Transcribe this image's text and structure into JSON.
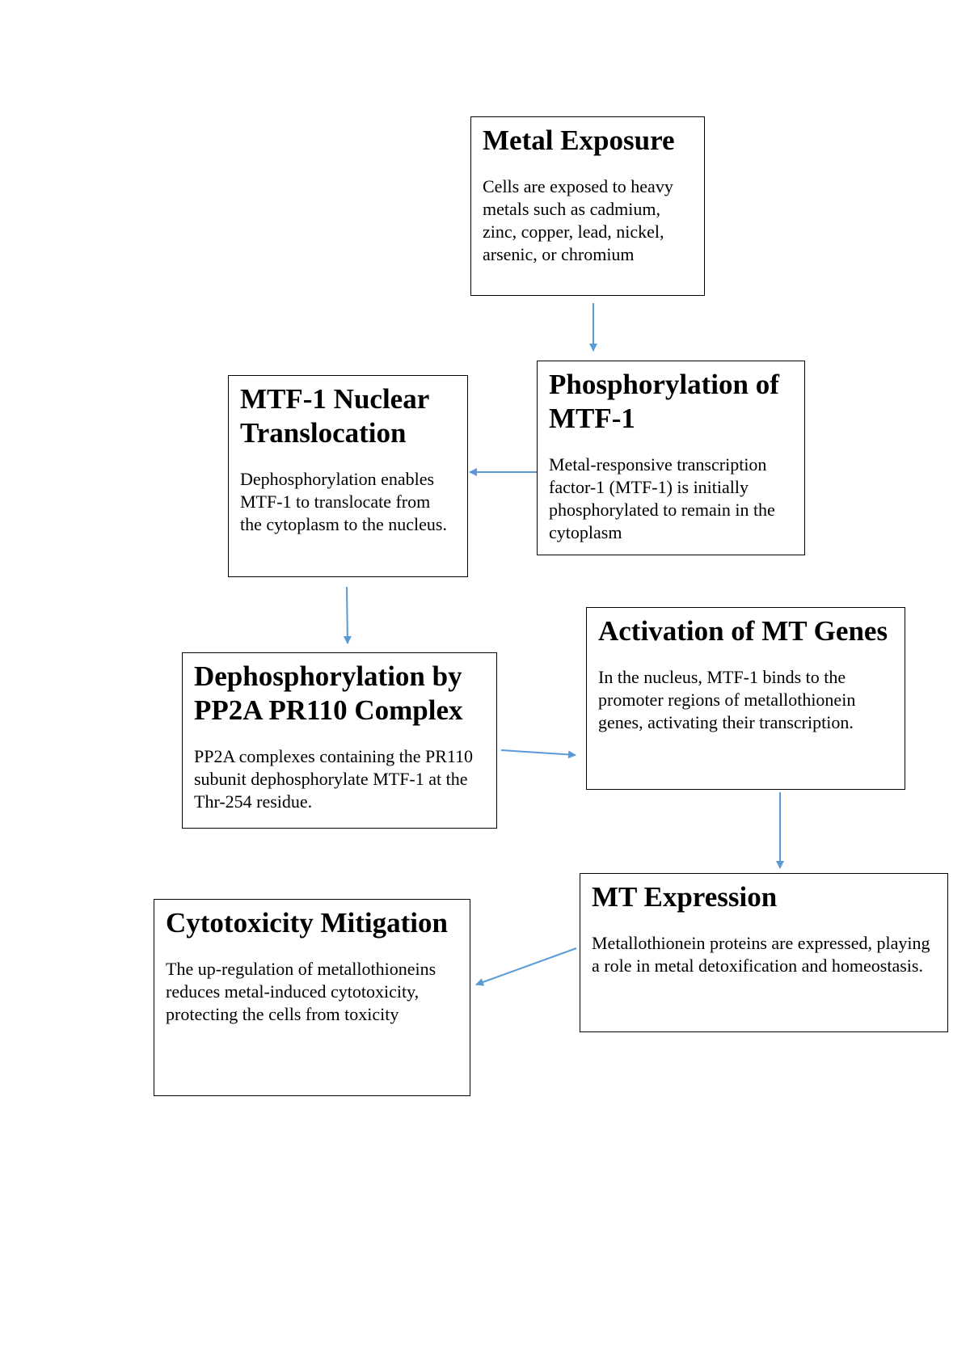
{
  "colors": {
    "arrow": "#5b9bd5",
    "border": "#000000",
    "background": "#ffffff"
  },
  "boxes": {
    "metal_exposure": {
      "title": "Metal Exposure",
      "body": "Cells are exposed to heavy metals such as cadmium, zinc, copper, lead, nickel, arsenic, or chromium"
    },
    "phosphorylation": {
      "title": "Phosphorylation of MTF-1",
      "body": "Metal-responsive transcription factor-1 (MTF-1) is initially phosphorylated to remain in the cytoplasm"
    },
    "nuclear_translocation": {
      "title": "MTF-1 Nuclear Translocation",
      "body": "Dephosphorylation enables MTF-1 to translocate from the cytoplasm to the nucleus."
    },
    "dephosphorylation": {
      "title": "Dephosphorylation by PP2A PR110 Complex",
      "body": "PP2A complexes containing the PR110 subunit dephosphorylate MTF-1 at the Thr-254 residue."
    },
    "activation": {
      "title": "Activation of MT Genes",
      "body": "In the nucleus, MTF-1 binds to the promoter regions of metallothionein genes, activating their transcription."
    },
    "mt_expression": {
      "title": "MT Expression",
      "body": "Metallothionein proteins are expressed, playing a role in metal detoxification and homeostasis."
    },
    "cytotoxicity": {
      "title": "Cytotoxicity Mitigation",
      "body": "The up-regulation of metallothioneins reduces metal-induced cytotoxicity, protecting the cells from toxicity"
    }
  }
}
